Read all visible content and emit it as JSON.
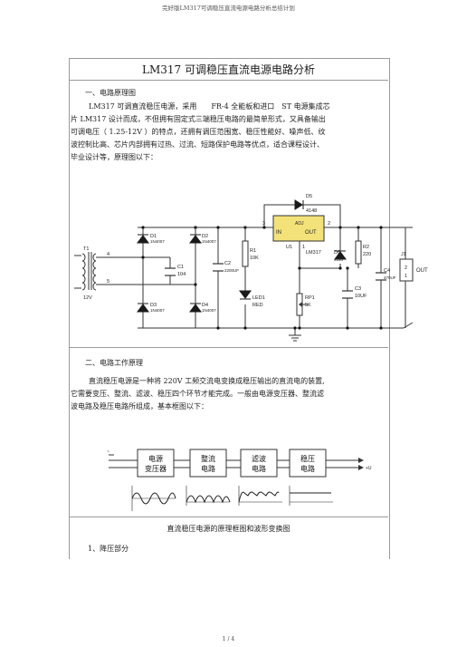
{
  "header": "完好版LM317可调稳压直流电源电路分析总结计划",
  "title": "LM317 可调稳压直流电源电路分析",
  "section1": {
    "heading": "一、电路原理图"
  },
  "intro_lines": [
    "LM317 可调直流稳压电源，采用　　FR-4 全能板和进口　ST 电源集成芯",
    "片 LM317 设计而成，不但拥有固定式三端稳压电路的最简单形式，又具备输出",
    "可调电压（ 1.25-12V ）的特点，还拥有调压范围宽、稳压性能好、噪声低、纹",
    "波控制比高、芯片内部拥有过热、过流、短路保护电路等优点，适合课程设计、",
    "毕业设计等，原理图以下："
  ],
  "schematic": {
    "labels": {
      "d5": "D5",
      "d5v": "4148",
      "ic_in": "IN",
      "ic_adj": "ADJ",
      "ic_out": "OUT",
      "u1": "U1",
      "lm317": "LM317",
      "pin3": "3",
      "pin2": "2",
      "pin1": "1",
      "t1": "T1",
      "n4": "4",
      "n5": "5",
      "v12": "12V",
      "d1": "D1",
      "d1v": "1N4007",
      "d2": "D2",
      "d2v": "1N4007",
      "d3": "D3",
      "d3v": "1N4007",
      "d4": "D4",
      "d4v": "1N4007",
      "c1": "C1",
      "c1v": "104",
      "c2": "C2",
      "c2v": "2200UF",
      "r1": "R1",
      "r1v": "10K",
      "led1": "LED1",
      "led1v": "RED",
      "d6": "D6",
      "d6v": "4148",
      "r2": "R2",
      "r2v": "220",
      "rp1": "RP1",
      "rp1v": "5K",
      "c3": "C3",
      "c3v": "10UF",
      "c4": "C4",
      "c4v": "470UF",
      "j1": "J1",
      "j1a": "2",
      "j1b": "1",
      "out": "OUT"
    }
  },
  "section2": {
    "heading": "二、电路工作原理"
  },
  "work_lines": [
    "直流稳压电源是一种将 220V 工频交流电变换成稳压输出的直流电的装置,",
    "它需要变压、整流、滤波、稳压四个环节才能完成。一般由电源变压器、整流滤",
    "波电路及稳压电路所组成，基本框图以下："
  ],
  "block_diagram": {
    "blocks": [
      {
        "line1": "电源",
        "line2": "变压器"
      },
      {
        "line1": "整流",
        "line2": "电路"
      },
      {
        "line1": "滤波",
        "line2": "电路"
      },
      {
        "line1": "稳压",
        "line2": "电路"
      }
    ],
    "input_label": "~",
    "output_label": "+U"
  },
  "caption": "直流稳压电源的原理框图和波形变换图",
  "subsection": "1、降压部分",
  "footer": "1 / 4"
}
